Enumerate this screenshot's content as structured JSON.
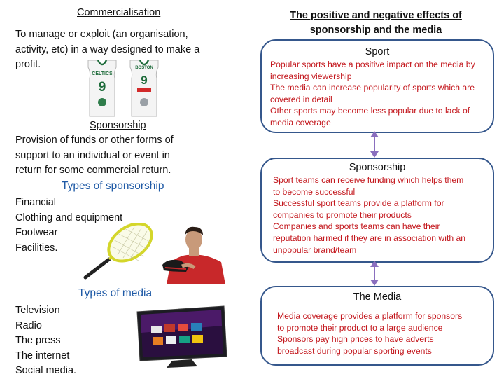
{
  "left": {
    "commercialisation_title": "Commercialisation",
    "commercialisation_def_lines": [
      "To manage or exploit (an organisation,",
      "activity, etc) in a way designed to make a",
      "profit."
    ],
    "sponsorship_title": "Sponsorship",
    "sponsorship_def_lines": [
      "Provision of funds or other forms of",
      "support to an individual or event in",
      "return for some commercial return."
    ],
    "types_sponsorship_title": "Types of sponsorship",
    "sponsorship_types": [
      "Financial",
      "Clothing and equipment",
      "Footwear",
      "Facilities."
    ],
    "types_media_title": "Types of media",
    "media_types": [
      "Television",
      "Radio",
      "The press",
      "The internet",
      "Social media."
    ]
  },
  "jerseys": {
    "left": {
      "team": "CELTICS",
      "number": "9"
    },
    "right": {
      "team": "BOSTON",
      "number": "9"
    }
  },
  "right": {
    "heading_lines": [
      "The positive and negative effects of",
      "sponsorship and the media"
    ],
    "sport": {
      "title": "Sport",
      "lines": [
        "Popular sports have a positive impact on the media by",
        "increasing viewership",
        "The media can increase popularity of sports which are",
        "covered in detail",
        "Other sports may become less popular due to lack of",
        "media coverage"
      ]
    },
    "sponsorship": {
      "title": "Sponsorship",
      "lines": [
        "Sport teams can receive funding which helps them",
        "to become successful",
        "Successful sport teams provide a platform for",
        "companies to promote their products",
        "Companies and sports teams can have their",
        "reputation harmed if they are in association with an",
        "unpopular brand/team"
      ]
    },
    "media": {
      "title": "The Media",
      "lines": [
        "Media coverage provides a platform for sponsors",
        "to promote their product to a large audience",
        "Sponsors pay high prices to have adverts",
        "broadcast during popular sporting events"
      ]
    }
  },
  "colors": {
    "heading_blue": "#1f5aa6",
    "bubble_border": "#35578c",
    "body_red": "#c3161c",
    "arrow_purple": "#8a6fbe"
  }
}
